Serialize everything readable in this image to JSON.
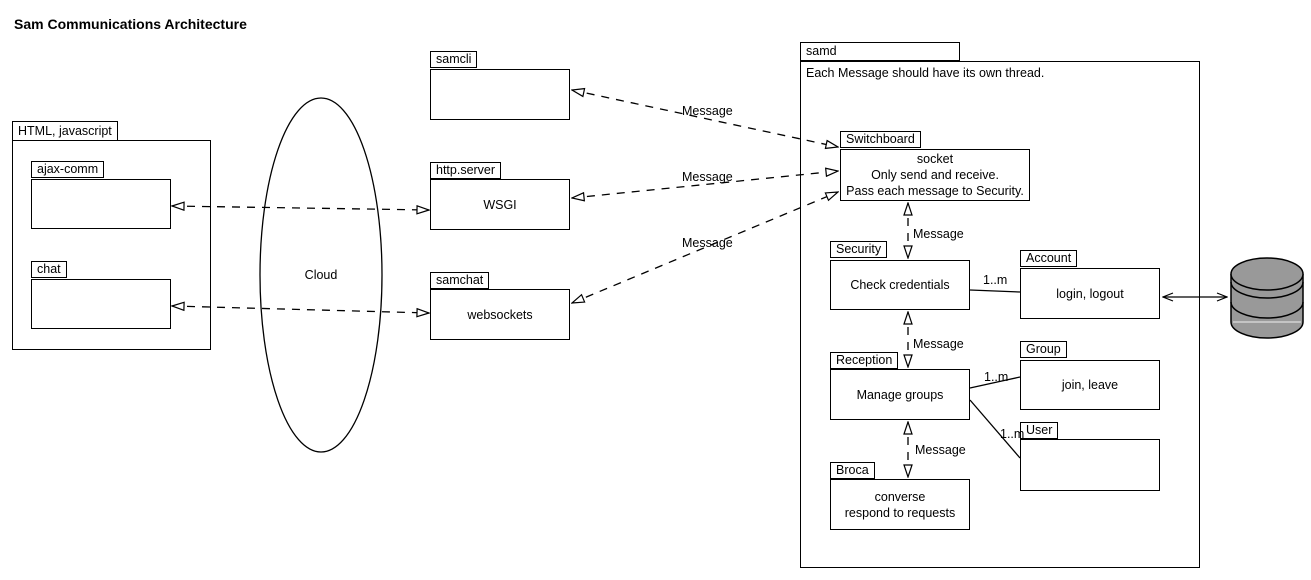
{
  "title": "Sam Communications Architecture",
  "colors": {
    "stroke": "#000000",
    "shape_fill": "#ffffff",
    "database_fill": "#999999"
  },
  "labels": {
    "message": "Message",
    "multiplicity": "1..m"
  },
  "cloud": {
    "label": "Cloud"
  },
  "packages": {
    "html_js": {
      "tab": "HTML, javascript"
    },
    "ajax_comm": {
      "tab": "ajax-comm"
    },
    "chat": {
      "tab": "chat"
    },
    "samcli": {
      "tab": "samcli"
    },
    "http_server": {
      "tab": "http.server",
      "body": "WSGI"
    },
    "samchat": {
      "tab": "samchat",
      "body": "websockets"
    },
    "samd": {
      "tab": "samd",
      "note": "Each Message should have its own thread."
    },
    "switchboard": {
      "tab": "Switchboard",
      "lines": [
        "socket",
        "Only send and receive.",
        "Pass each message to Security."
      ]
    },
    "security": {
      "tab": "Security",
      "body": "Check credentials"
    },
    "account": {
      "tab": "Account",
      "body": "login, logout"
    },
    "reception": {
      "tab": "Reception",
      "body": "Manage groups"
    },
    "group": {
      "tab": "Group",
      "body": "join, leave"
    },
    "user": {
      "tab": "User"
    },
    "broca": {
      "tab": "Broca",
      "lines": [
        "converse",
        "respond to requests"
      ]
    }
  }
}
